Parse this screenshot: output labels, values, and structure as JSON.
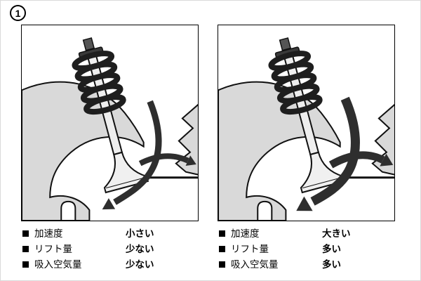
{
  "figure_number": "1",
  "colors": {
    "outline": "#111111",
    "wall_gray": "#d9d9d9",
    "metal_light": "#f0f0f0",
    "arrow_dark": "#2e2e2e"
  },
  "panels": [
    {
      "id": "low-lift",
      "specs": [
        {
          "label": "加速度",
          "value": "小さい"
        },
        {
          "label": "リフト量",
          "value": "少ない"
        },
        {
          "label": "吸入空気量",
          "value": "少ない"
        }
      ]
    },
    {
      "id": "high-lift",
      "specs": [
        {
          "label": "加速度",
          "value": "大きい"
        },
        {
          "label": "リフト量",
          "value": "多い"
        },
        {
          "label": "吸入空気量",
          "value": "多い"
        }
      ]
    }
  ]
}
